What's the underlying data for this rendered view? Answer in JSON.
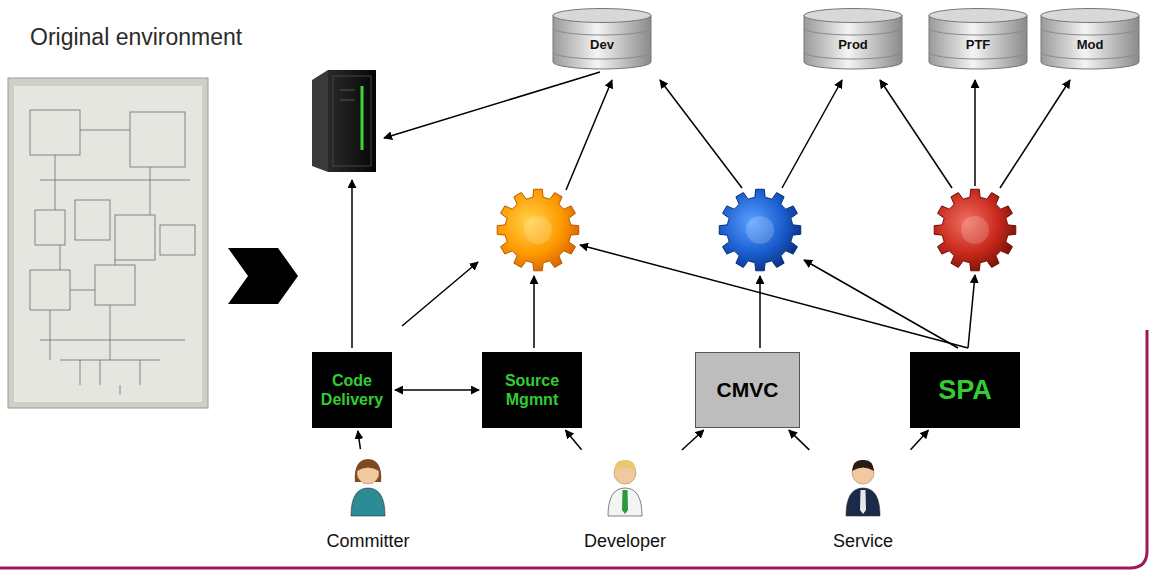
{
  "diagram": {
    "title": "Original environment",
    "nodes": [
      {
        "text": [
          "Dev"
        ]
      },
      {
        "text": [
          "Prod"
        ]
      },
      {
        "text": [
          "PTF"
        ]
      },
      {
        "text": [
          "Mod"
        ]
      },
      {
        "text": [
          "Code Delivery"
        ]
      },
      {
        "text": [
          "Source Mgmnt"
        ]
      },
      {
        "text": [
          "CMVC"
        ]
      },
      {
        "text": [
          "SPA"
        ]
      },
      {
        "text": [
          "Committer"
        ]
      },
      {
        "text": [
          "Developer"
        ]
      },
      {
        "text": [
          "Service"
        ]
      }
    ],
    "edges": [
      {
        "from": 8,
        "to": 4,
        "arrow": "to"
      },
      {
        "from": 4,
        "to": 5,
        "arrow": "both"
      },
      {
        "from": 9,
        "to": 5,
        "arrow": "to"
      },
      {
        "from": 9,
        "to": 6,
        "arrow": "to"
      },
      {
        "from": 10,
        "to": 6,
        "arrow": "to"
      },
      {
        "from": 10,
        "to": 7,
        "arrow": "to"
      }
    ]
  }
}
